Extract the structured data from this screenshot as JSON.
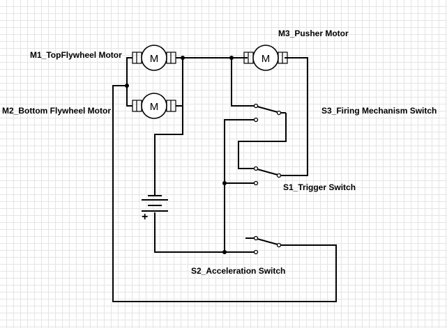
{
  "labels": {
    "m1": "M1_TopFlywheel Motor",
    "m2": "M2_Bottom Flywheel Motor",
    "m3": "M3_Pusher Motor",
    "s1": "S1_Trigger Switch",
    "s2": "S2_Acceleration Switch",
    "s3": "S3_Firing Mechanism Switch"
  },
  "motor_symbol": "M",
  "battery_plus": "+",
  "colors": {
    "wire": "#000000",
    "grid": "#e4e4e4",
    "background": "#ffffff"
  }
}
